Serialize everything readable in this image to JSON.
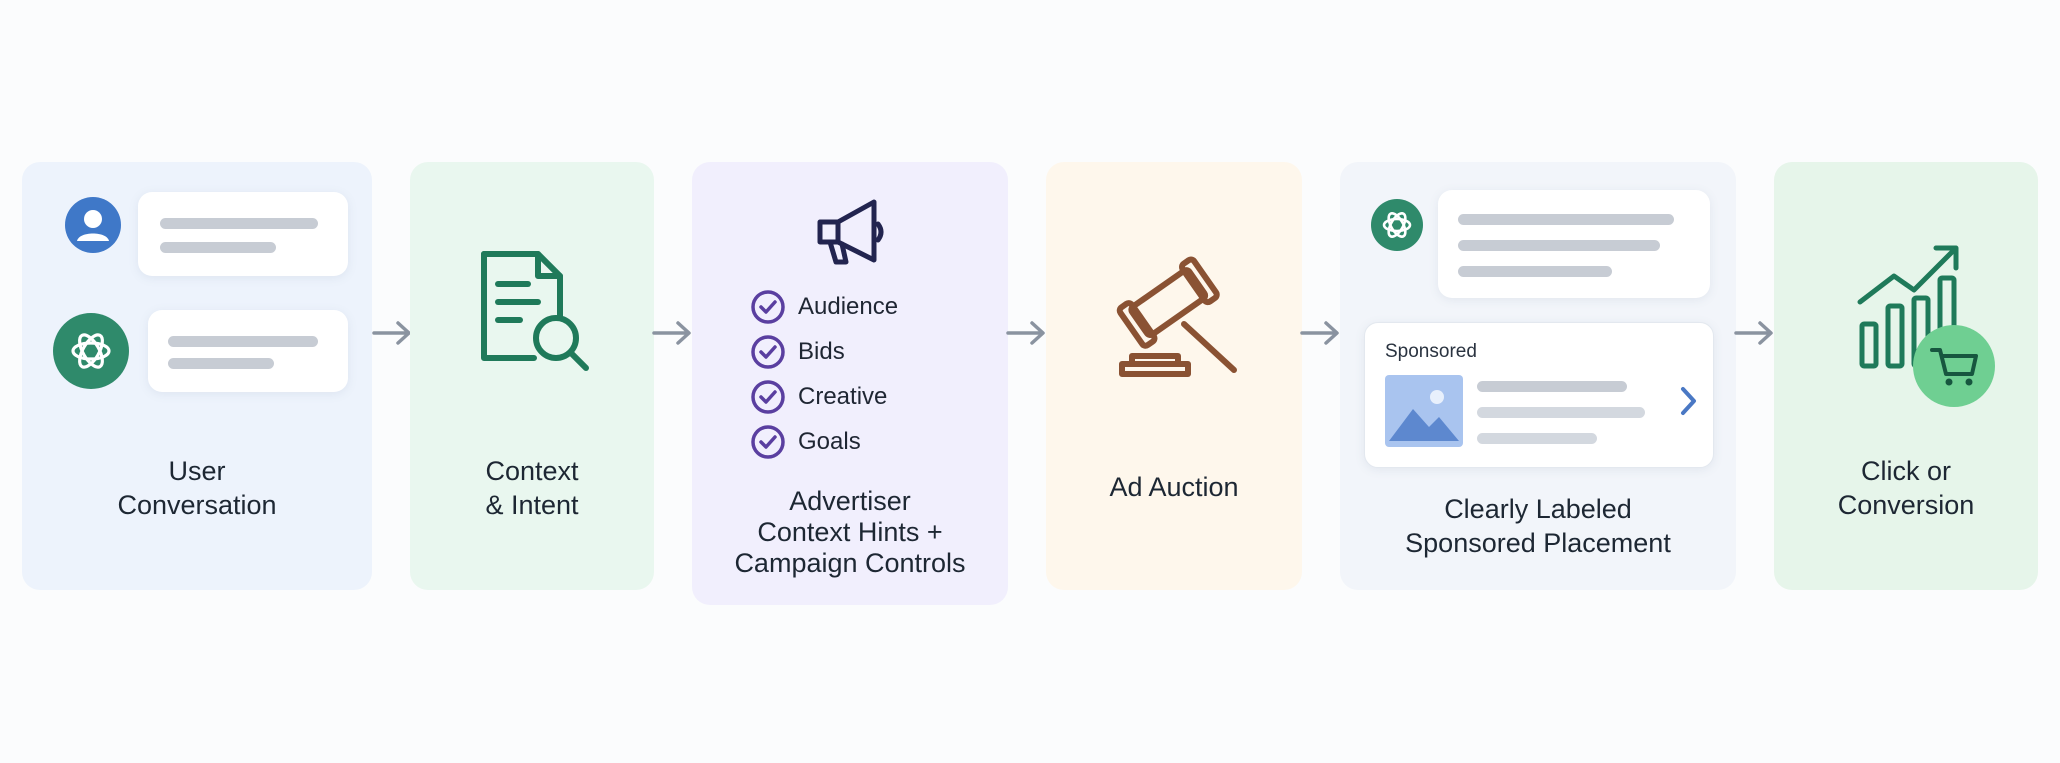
{
  "steps": [
    {
      "id": "user-conversation",
      "lines": [
        "User",
        "Conversation"
      ]
    },
    {
      "id": "context-intent",
      "lines": [
        "Context",
        "& Intent"
      ]
    },
    {
      "id": "advertiser",
      "lines": [
        "Advertiser",
        "Context Hints +",
        "Campaign Controls"
      ]
    },
    {
      "id": "ad-auction",
      "lines": [
        "Ad Auction"
      ]
    },
    {
      "id": "sponsored-placement",
      "lines": [
        "Clearly Labeled",
        "Sponsored Placement"
      ]
    },
    {
      "id": "click-conversion",
      "lines": [
        "Click or",
        "Conversion"
      ]
    }
  ],
  "advertiser_controls": [
    "Audience",
    "Bids",
    "Creative",
    "Goals"
  ],
  "sponsored_card": {
    "tag": "Sponsored"
  },
  "colors": {
    "card1": "#edf3fc",
    "card2": "#e9f7ef",
    "card3": "#f1effd",
    "card4": "#fef7ec",
    "card5": "#f2f5fa",
    "card6": "#e6f5ea",
    "green_brand": "#2f8a6b",
    "purple_accent": "#5a3fa0",
    "gavel_brown": "#8a5233",
    "arrow_gray": "#8a93a0"
  },
  "icons": [
    "user-avatar-icon",
    "chatgpt-logo-icon",
    "document-search-icon",
    "megaphone-icon",
    "check-circle-icon",
    "gavel-icon",
    "image-icon",
    "chevron-right-icon",
    "growth-chart-icon",
    "cart-icon",
    "arrow-right-icon"
  ]
}
